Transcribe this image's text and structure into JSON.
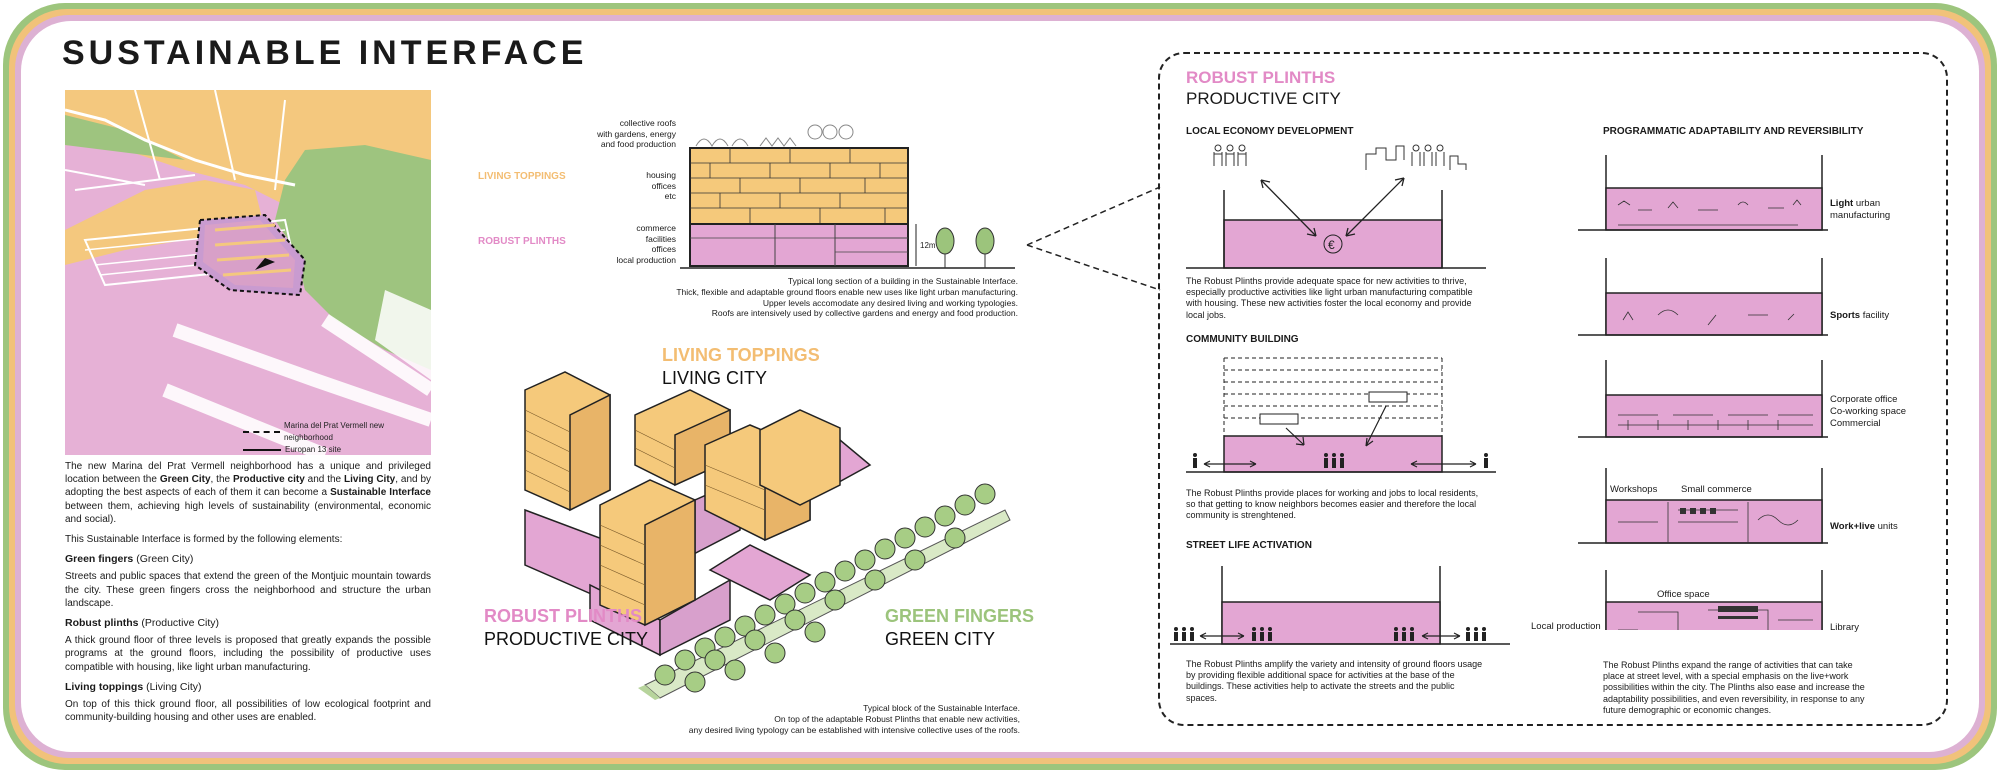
{
  "title": "SUSTAINABLE INTERFACE",
  "colors": {
    "pink": "#e3a6d3",
    "orange": "#f5c97b",
    "green": "#9cc47c",
    "frame_green": "#9dc57d",
    "frame_orange": "#f1c27a",
    "frame_pink": "#ddb1d3"
  },
  "map": {
    "legend_new": "Marina del Prat Vermell new neighborhood",
    "legend_site": "Europan 13 site"
  },
  "intro": {
    "p1_a": "The new Marina del Prat Vermell neighborhood has a unique and privileged location between the ",
    "p1_green": "Green City",
    "p1_b": ", the ",
    "p1_prod": "Productive city",
    "p1_c": " and the ",
    "p1_living": "Living City",
    "p1_d": ", and by adopting the best aspects of each of them it can become a ",
    "p1_si": "Sustainable Interface",
    "p1_e": " between them, achieving high levels of sustainability (environmental, economic and social).",
    "p2": "This Sustainable Interface is formed by the following elements:",
    "gf_title": "Green fingers",
    "gf_sub": " (Green City)",
    "gf_text": "Streets and public spaces that extend the green of the Montjuic mountain towards the city. These green fingers cross the neighborhood and structure the urban landscape.",
    "rp_title": "Robust plinths",
    "rp_sub": " (Productive City)",
    "rp_text": "A thick ground floor of three levels is proposed that greatly expands the possible programs at the ground floors, including the possibility of productive uses compatible with housing, like light urban manufacturing.",
    "lt_title": "Living toppings",
    "lt_sub": " (Living City)",
    "lt_text": "On top of this thick ground floor, all possibilities of low ecological footprint and community-building housing and other uses are enabled."
  },
  "section": {
    "living_toppings": "LIVING TOPPINGS",
    "robust_plinths": "ROBUST PLINTHS",
    "roof_label_1": "collective roofs",
    "roof_label_2": "with gardens, energy",
    "roof_label_3": "and food production",
    "top_label_1": "housing",
    "top_label_2": "offices",
    "top_label_3": "etc",
    "plinth_label_1": "commerce",
    "plinth_label_2": "facilities",
    "plinth_label_3": "offices",
    "plinth_label_4": "local production",
    "height": "12m",
    "caption_1": "Typical long section of a building in the Sustainable Interface.",
    "caption_2": "Thick, flexible and adaptable ground floors enable new uses like light urban manufacturing.",
    "caption_3": "Upper levels accomodate any desired living and working typologies.",
    "caption_4": "Roofs are intensively used by collective gardens and energy and food production."
  },
  "axo": {
    "lt_title": "LIVING TOPPINGS",
    "lt_sub": "LIVING CITY",
    "rp_title": "ROBUST PLINTHS",
    "rp_sub": "PRODUCTIVE CITY",
    "gf_title": "GREEN FINGERS",
    "gf_sub": "GREEN CITY",
    "caption_1": "Typical block of the Sustainable Interface.",
    "caption_2": "On top of the adaptable Robust Plinths that enable new activities,",
    "caption_3": "any desired living typology can be established with intensive collective uses of the roofs."
  },
  "panel": {
    "title": "ROBUST PLINTHS",
    "subtitle": "PRODUCTIVE CITY",
    "led_h": "LOCAL ECONOMY DEVELOPMENT",
    "led_text": "The Robust Plinths provide adequate space for new activities to thrive, especially productive activities like light urban manufacturing compatible with housing. These new activities foster the local economy and provide local jobs.",
    "cb_h": "COMMUNITY BUILDING",
    "cb_text": "The Robust Plinths provide places for working and jobs to local residents, so that getting to know neighbors becomes easier and therefore the local community is strenghtened.",
    "sla_h": "STREET LIFE ACTIVATION",
    "sla_text": "The Robust Plinths amplify the variety and intensity of ground floors usage by providing flexible additional space for activities at the base of the buildings. These activities help to activate the streets and the public spaces.",
    "par_h": "PROGRAMMATIC ADAPTABILITY AND REVERSIBILITY",
    "par_1a": "Light",
    "par_1b": " urban",
    "par_1c": "manufacturing",
    "par_2a": "Sports",
    "par_2b": " facility",
    "par_3a": "Corporate office",
    "par_3b": "Co-working space",
    "par_3c": "Commercial",
    "par_4_workshops": "Workshops",
    "par_4_small": "Small commerce",
    "par_4a": "Work+live",
    "par_4b": " units",
    "par_5_office": "Office space",
    "par_5_local": "Local production",
    "par_5_library": "Library",
    "par_text": "The Robust Plinths expand the range of activities that can take place at street level, with a special emphasis on the live+work possibilities within the city. The Plinths also ease and increase the adaptability possibilities, and even reversibility, in response to any future demographic or economic changes.",
    "euro": "€"
  }
}
